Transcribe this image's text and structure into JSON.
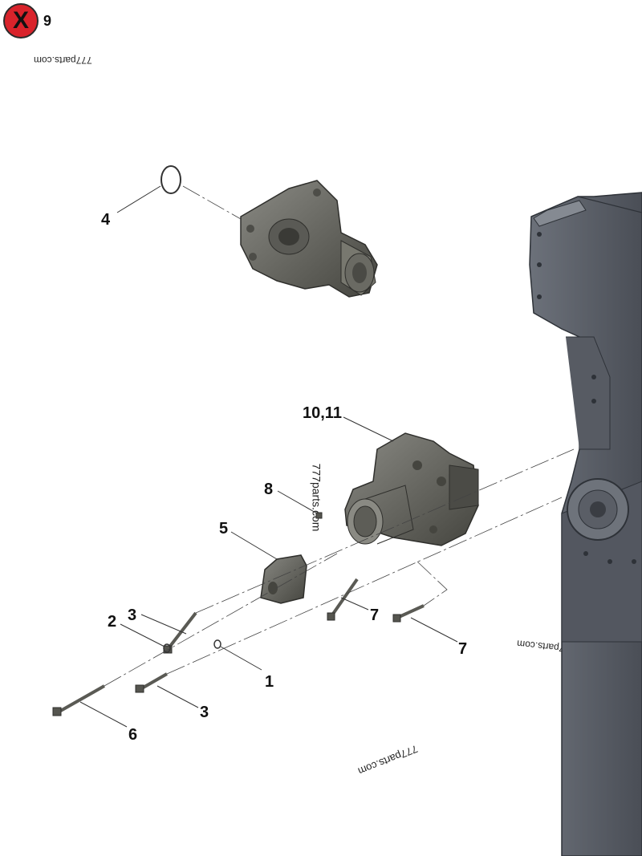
{
  "header": {
    "close_icon_label": "X",
    "page_number": "9"
  },
  "watermarks": [
    "777parts.com",
    "777parts.com",
    "777parts.com",
    "777parts.com"
  ],
  "callouts": [
    "4",
    "10,11",
    "8",
    "5",
    "3",
    "2",
    "1",
    "3",
    "6",
    "7",
    "7"
  ],
  "colors": {
    "part_fill": "#6f6f6a",
    "part_dark": "#3e3e3b",
    "block_fill": "#5b6069",
    "badge": "#d9232b"
  }
}
